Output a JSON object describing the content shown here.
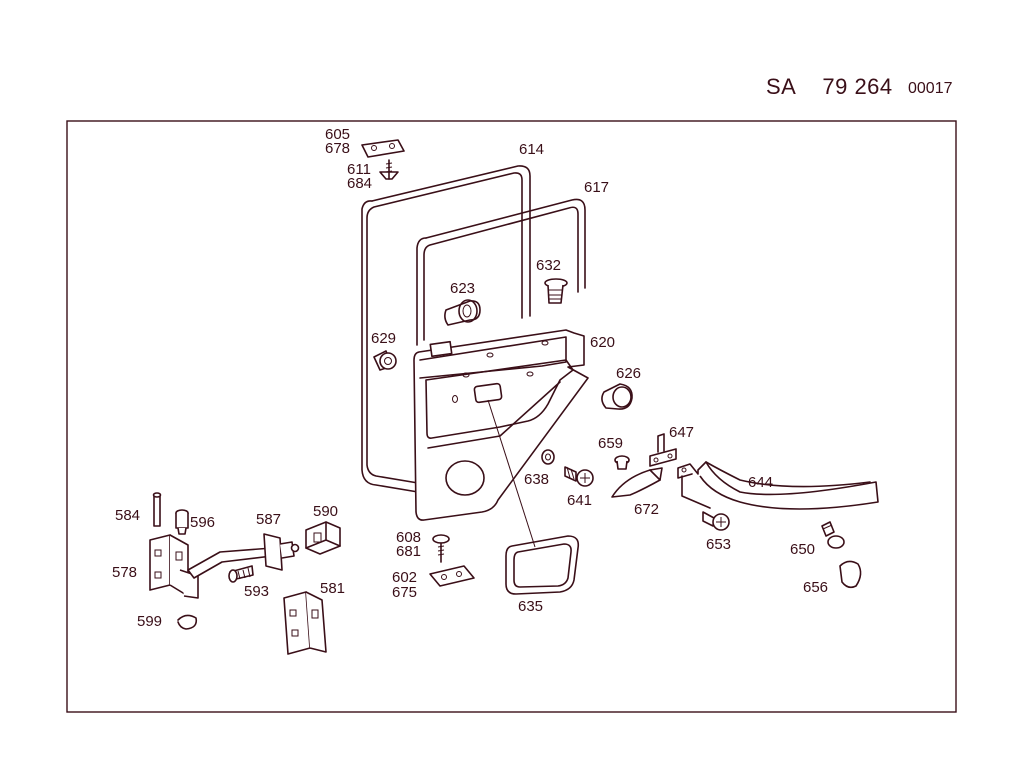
{
  "header": {
    "series_prefix": "SA",
    "series_number": "79 264",
    "sheet_code": "00017"
  },
  "parts": {
    "p605": "605",
    "p678": "678",
    "p611": "611",
    "p684": "684",
    "p614": "614",
    "p617": "617",
    "p632": "632",
    "p623": "623",
    "p629": "629",
    "p620": "620",
    "p626": "626",
    "p659": "659",
    "p647": "647",
    "p638": "638",
    "p641": "641",
    "p644": "644",
    "p672": "672",
    "p653": "653",
    "p650": "650",
    "p656": "656",
    "p584": "584",
    "p596": "596",
    "p587": "587",
    "p590": "590",
    "p578": "578",
    "p593": "593",
    "p581": "581",
    "p599": "599",
    "p608": "608",
    "p681": "681",
    "p602": "602",
    "p675": "675",
    "p635": "635"
  },
  "colors": {
    "ink": "#3a0f18",
    "paper": "#ffffff"
  }
}
